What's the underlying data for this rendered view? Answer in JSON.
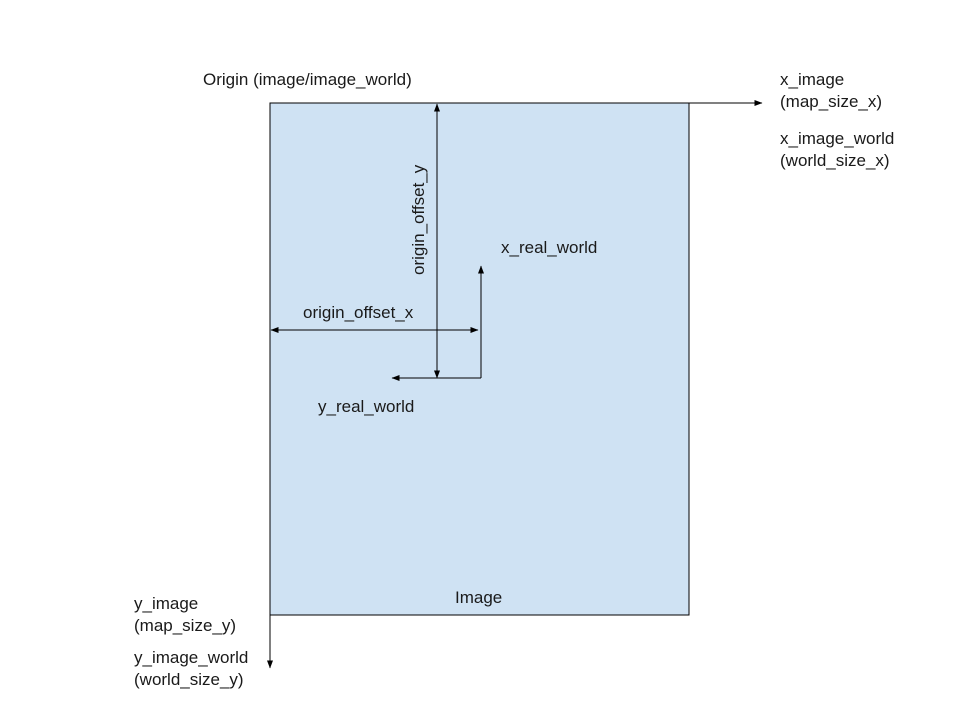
{
  "labels": {
    "origin": "Origin (image/image_world)",
    "x_image": "x_image",
    "map_size_x": "(map_size_x)",
    "x_image_world": "x_image_world",
    "world_size_x": "(world_size_x)",
    "origin_offset_y": "origin_offset_y",
    "x_real_world": "x_real_world",
    "origin_offset_x": "origin_offset_x",
    "y_real_world": "y_real_world",
    "image": "Image",
    "y_image": "y_image",
    "map_size_y": "(map_size_y)",
    "y_image_world": "y_image_world",
    "world_size_y": "(world_size_y)"
  },
  "colors": {
    "image_fill": "#cfe2f3",
    "stroke": "#000000",
    "text": "#1a1a1a"
  }
}
